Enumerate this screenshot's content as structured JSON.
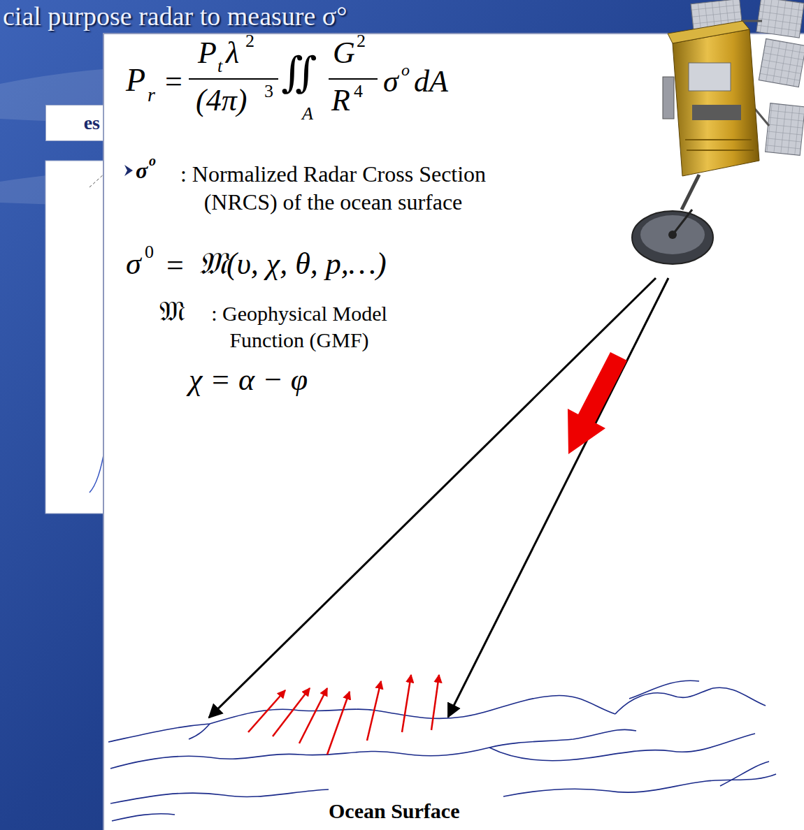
{
  "diagram": {
    "title": "cial purpose radar to measure σ°",
    "nodes": [
      {
        "text": [
          "es"
        ]
      }
    ],
    "labels": [
      "P",
      "r",
      "=",
      "P",
      "t",
      "λ",
      "2",
      "(4π)",
      "3",
      "∬",
      "A",
      "G",
      "2",
      "R",
      "4",
      "σ",
      "o",
      "dA",
      "σ",
      "o",
      ": Normalized Radar Cross Section (NRCS) of the ocean surface",
      "σ",
      "0",
      "=",
      "𝔐(υ, χ, θ, p,…)",
      "𝔐",
      ": Geophysical Model Function (GMF)",
      "χ = α − φ",
      "Ocean Surface"
    ]
  }
}
